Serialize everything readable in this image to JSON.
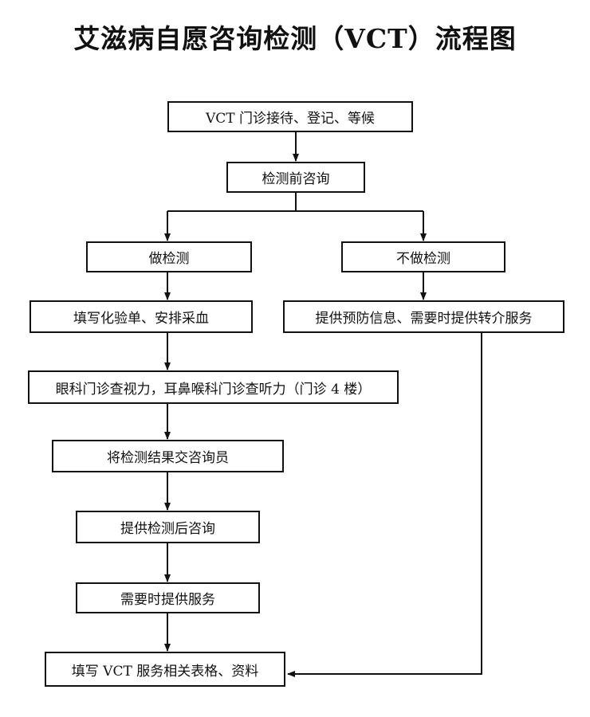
{
  "title": "艾滋病自愿咨询检测（VCT）流程图",
  "colors": {
    "line": "#111111",
    "background": "#ffffff"
  },
  "steps": {
    "reception": "VCT 门诊接待、登记、等候",
    "pre_test_counseling": "检测前咨询",
    "do_test": "做检测",
    "no_test": "不做检测",
    "fill_lab_form": "填写化验单、安排采血",
    "eye_ent_check": "眼科门诊查视力，耳鼻喉科门诊查听力（门诊 4 楼）",
    "results_to_counselor": "将检测结果交咨询员",
    "post_test_counseling": "提供检测后咨询",
    "provide_services": "需要时提供服务",
    "prevention_info_referral": "提供预防信息、需要时提供转介服务",
    "fill_forms": "填写 VCT 服务相关表格、资料"
  }
}
